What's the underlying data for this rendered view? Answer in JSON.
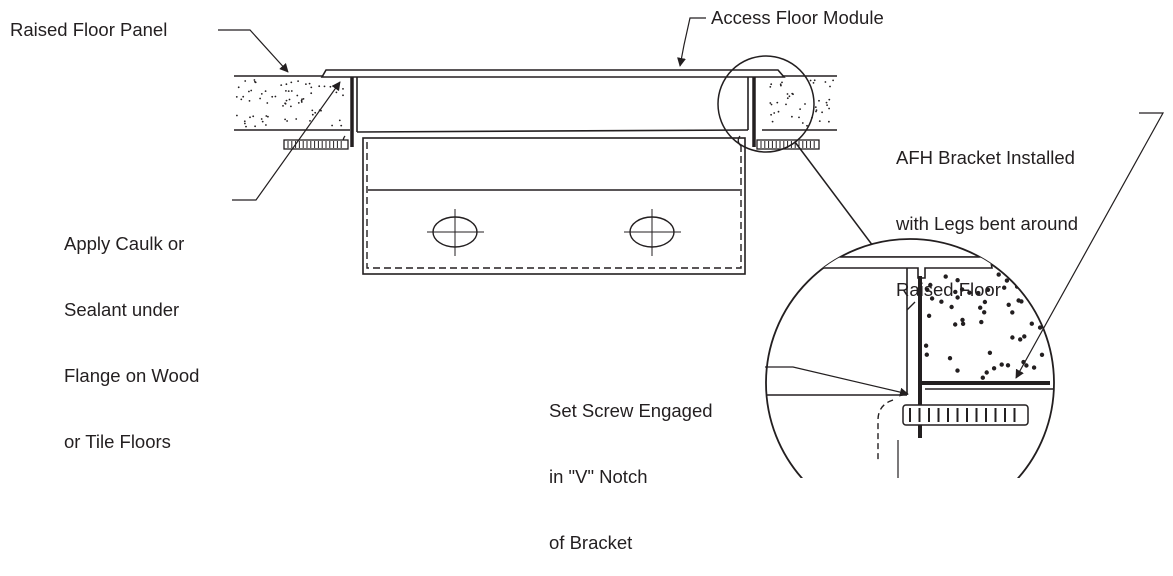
{
  "labels": {
    "raised_floor_panel": "Raised Floor Panel",
    "access_floor_module": "Access Floor Module",
    "afh_bracket": [
      "AFH Bracket Installed",
      "with Legs bent around",
      "Raised Floor"
    ],
    "apply_caulk": [
      "Apply Caulk or",
      "Sealant under",
      "Flange on Wood",
      "or Tile Floors"
    ],
    "set_screw": [
      "Set Screw Engaged",
      "in \"V\" Notch",
      "of Bracket"
    ]
  },
  "colors": {
    "line": "#231f20",
    "background": "#ffffff"
  }
}
